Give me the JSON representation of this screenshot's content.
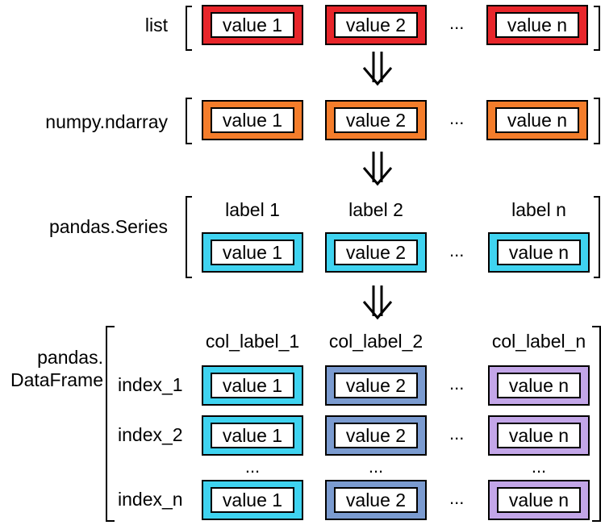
{
  "colors": {
    "list": "#e8262b",
    "ndarray": "#f47d2b",
    "series": "#3fd3f0",
    "df_col1": "#3fd3f0",
    "df_col2": "#7b9bd0",
    "df_coln": "#c3a6e8"
  },
  "sections": {
    "list": {
      "title": "list",
      "values": [
        "value 1",
        "value 2",
        "value n"
      ],
      "ellipsis": "..."
    },
    "ndarray": {
      "title": "numpy.ndarray",
      "values": [
        "value 1",
        "value 2",
        "value n"
      ],
      "ellipsis": "..."
    },
    "series": {
      "title": "pandas.Series",
      "labels": [
        "label 1",
        "label 2",
        "label n"
      ],
      "values": [
        "value 1",
        "value 2",
        "value n"
      ],
      "ellipsis": "..."
    },
    "dataframe": {
      "title_line1": "pandas.",
      "title_line2": "DataFrame",
      "col_labels": [
        "col_label_1",
        "col_label_2",
        "col_label_n"
      ],
      "rows": [
        {
          "index": "index_1",
          "values": [
            "value 1",
            "value 2",
            "value n"
          ]
        },
        {
          "index": "index_2",
          "values": [
            "value 1",
            "value 2",
            "value n"
          ]
        },
        {
          "index": "index_n",
          "values": [
            "value 1",
            "value 2",
            "value n"
          ]
        }
      ],
      "ellipsis": "...",
      "vertical_ellipsis": [
        "...",
        "...",
        "..."
      ]
    }
  },
  "arrows": [
    "double-down-arrow",
    "double-down-arrow",
    "double-down-arrow"
  ]
}
